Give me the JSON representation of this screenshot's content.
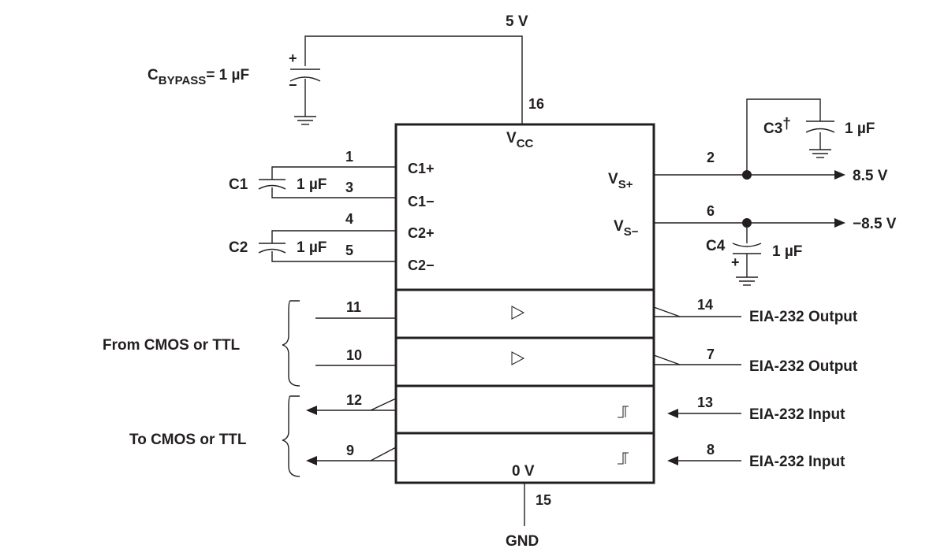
{
  "supply": {
    "vcc_rail": "5 V",
    "vcc_pin_label": "V",
    "vcc_pin_sub": "CC",
    "vcc_pin_number": "16",
    "bypass_label_c": "C",
    "bypass_label_sub": "BYPASS",
    "bypass_value": "= 1 µF",
    "plus_sign": "+",
    "minus_sign": "−"
  },
  "charge_pump": {
    "c1": {
      "name": "C1",
      "value": "1 µF",
      "pin_a": "1",
      "pin_b": "3",
      "label_a": "C1+",
      "label_b": "C1−"
    },
    "c2": {
      "name": "C2",
      "value": "1 µF",
      "pin_a": "4",
      "pin_b": "5",
      "label_a": "C2+",
      "label_b": "C2−"
    },
    "c3": {
      "name": "C3",
      "dagger": "†",
      "value": "1 µF"
    },
    "c4": {
      "name": "C4",
      "value": "1 µF",
      "plus_sign": "+"
    },
    "vs_plus": {
      "label": "V",
      "sub": "S+",
      "pin": "2",
      "voltage": "8.5 V"
    },
    "vs_minus": {
      "label": "V",
      "sub": "S−",
      "pin": "6",
      "voltage": "−8.5 V"
    }
  },
  "drivers": {
    "group_label": "From CMOS or TTL",
    "output_label": "EIA-232 Output",
    "d1": {
      "in_pin": "11",
      "out_pin": "14"
    },
    "d2": {
      "in_pin": "10",
      "out_pin": "7"
    }
  },
  "receivers": {
    "group_label": "To CMOS or TTL",
    "input_label": "EIA-232 Input",
    "r1": {
      "out_pin": "12",
      "in_pin": "13"
    },
    "r2": {
      "out_pin": "9",
      "in_pin": "8"
    }
  },
  "ground": {
    "gnd_pin_label": "0 V",
    "gnd_pin_number": "15",
    "gnd_label": "GND"
  }
}
